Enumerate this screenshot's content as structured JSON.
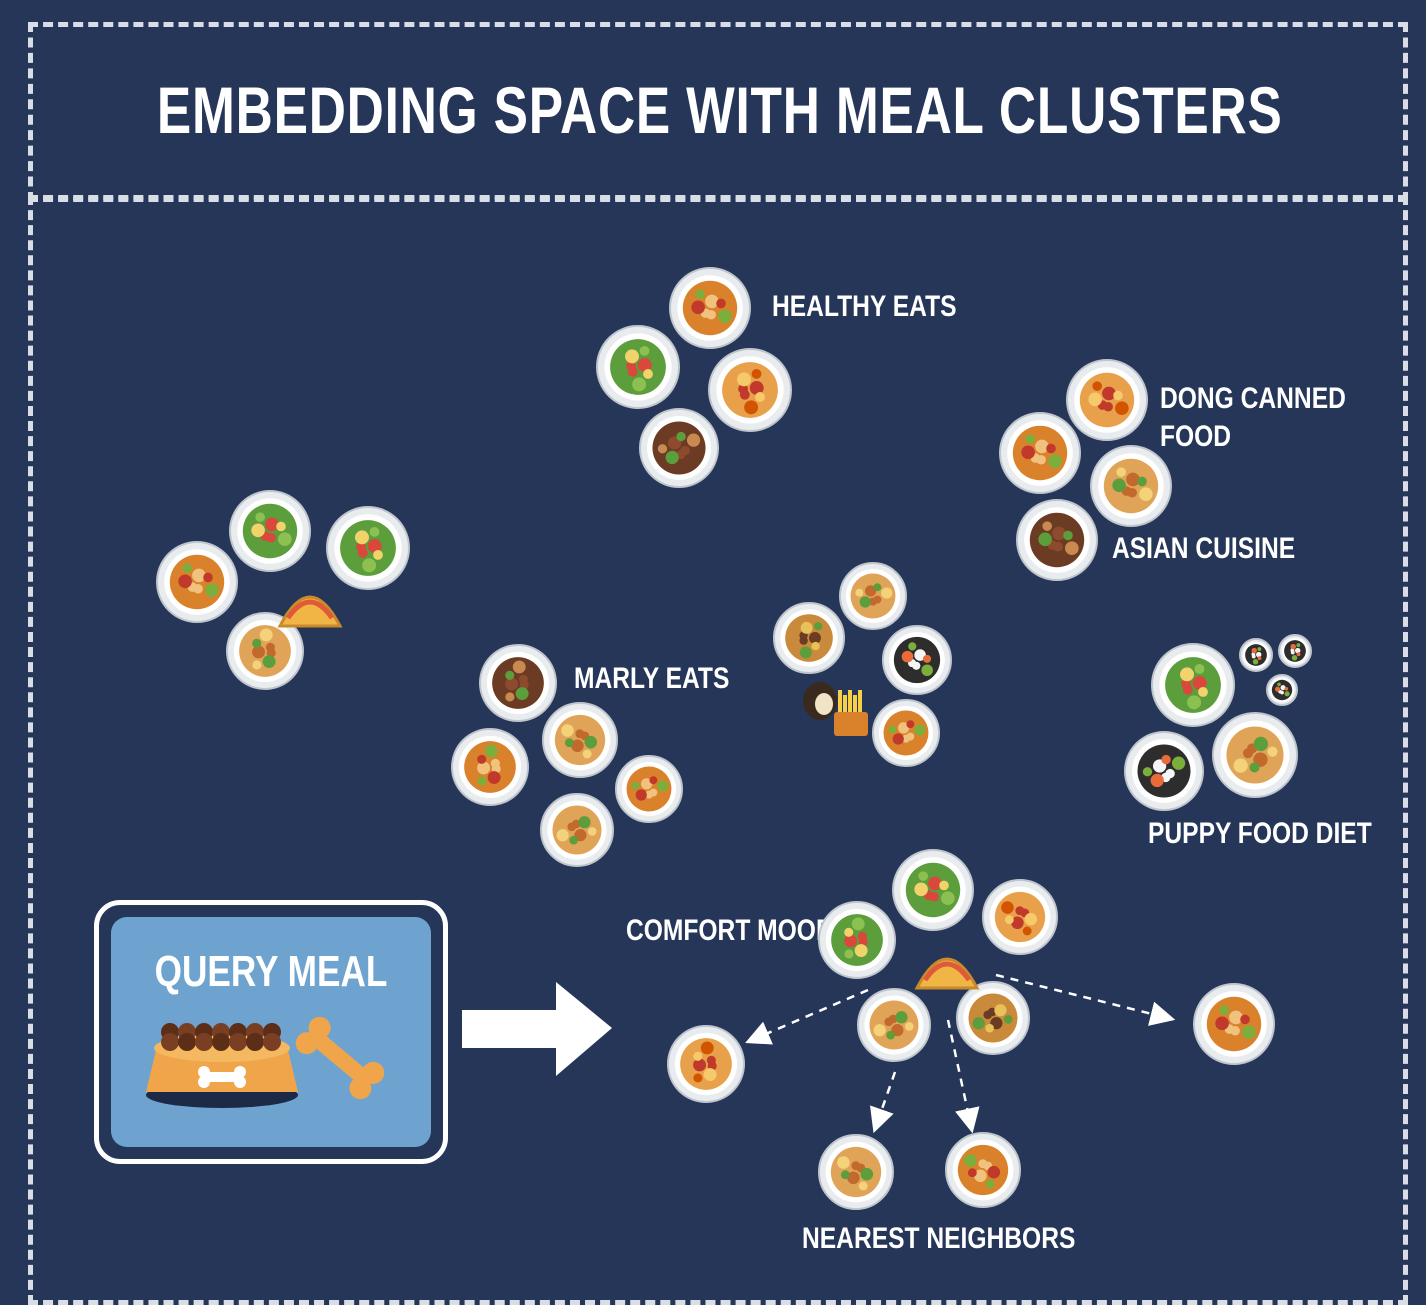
{
  "title": "EMBEDDING SPACE WITH MEAL CLUSTERS",
  "clusters": {
    "healthy_eats": "HEALTHY EATS",
    "dong_canned_food_line1": "DONG CANNED",
    "dong_canned_food_line2": "FOOD",
    "asian_cuisine": "ASIAN CUISINE",
    "marly_eats": "MARLY EATS",
    "puppy_food_diet": "PUPPY FOOD DIET",
    "comfort_mood": "COMFORT MOOD",
    "nearest_neighbors": "NEAREST NEIGHBORS"
  },
  "query": {
    "label": "QUERY MEAL"
  },
  "colors": {
    "background": "#253659",
    "frame": "#d9dde6",
    "query_panel": "#6fa3cf",
    "arrow": "#ffffff"
  }
}
